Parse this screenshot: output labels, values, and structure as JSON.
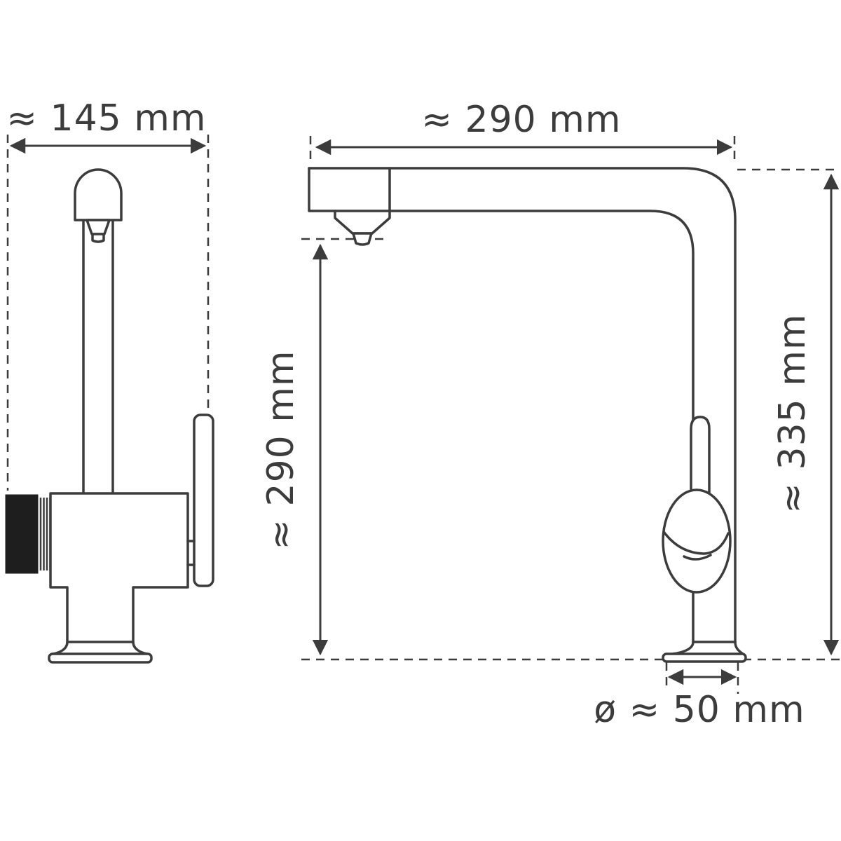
{
  "diagram": {
    "kind": "technical-dimension-drawing",
    "subject": "kitchen faucet, two orthographic views",
    "line_color": "#3c3c3c",
    "background_color": "#ffffff"
  },
  "labels": {
    "side_width": "≈ 145 mm",
    "front_width": "≈ 290 mm",
    "spout_height": "≈ 290 mm",
    "total_height": "≈ 335 mm",
    "base_diameter": "ø ≈ 50 mm"
  }
}
